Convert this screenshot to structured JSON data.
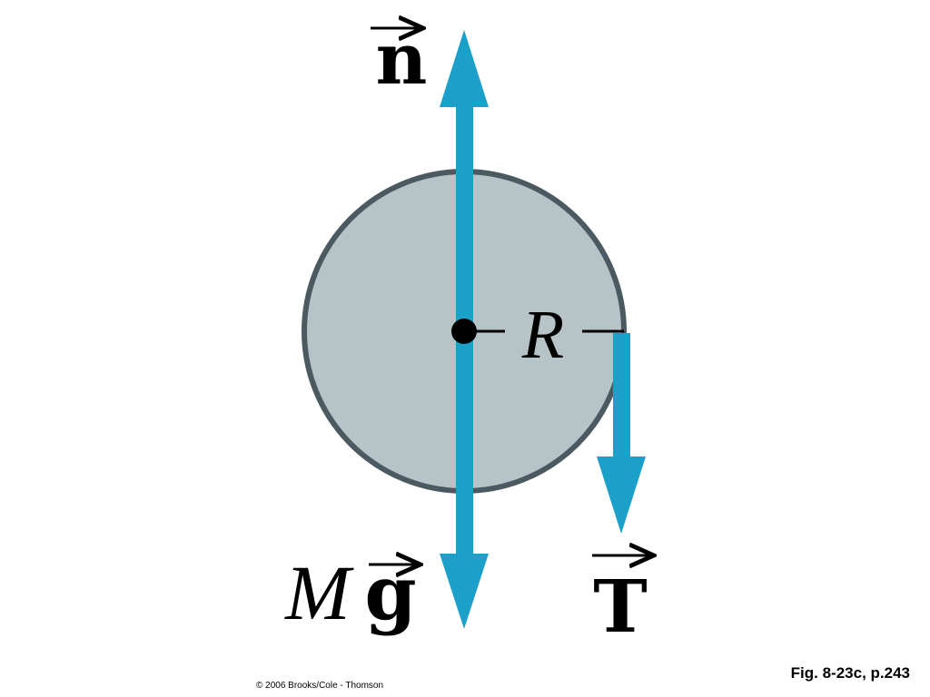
{
  "diagram": {
    "vectors": {
      "normal": {
        "symbol": "n"
      },
      "weight": {
        "mass_symbol": "M",
        "symbol": "g"
      },
      "tension": {
        "symbol": "T"
      }
    },
    "radius_label": "R"
  },
  "caption": "Fig. 8-23c, p.243",
  "copyright": "© 2006 Brooks/Cole - Thomson",
  "colors": {
    "vector": "#1aa0c9",
    "disk_fill": "#b7c4c7",
    "disk_stroke": "#4a5a60",
    "text": "#000000"
  }
}
